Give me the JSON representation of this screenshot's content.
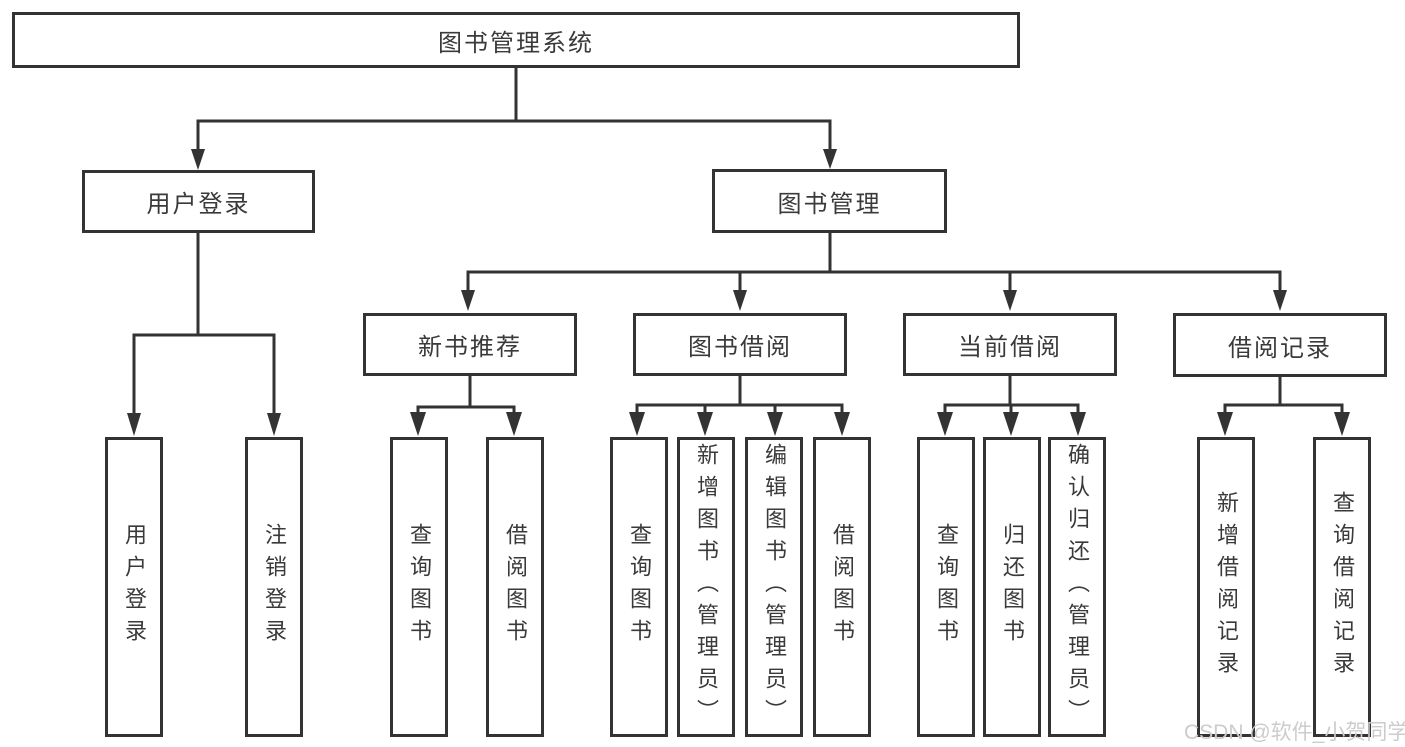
{
  "colors": {
    "line": "#333333",
    "text": "#3a3a3a",
    "background": "#ffffff",
    "watermark": "#cccccc"
  },
  "watermark": {
    "text": "CSDN @软件_小贺同学"
  },
  "tree": {
    "label": "图书管理系统",
    "children": [
      {
        "label": "用户登录",
        "children": [
          {
            "label": "用户登录"
          },
          {
            "label": "注销登录"
          }
        ]
      },
      {
        "label": "图书管理",
        "children": [
          {
            "label": "新书推荐",
            "children": [
              {
                "label": "查询图书"
              },
              {
                "label": "借阅图书"
              }
            ]
          },
          {
            "label": "图书借阅",
            "children": [
              {
                "label": "查询图书"
              },
              {
                "label": "新增图书（管理员）"
              },
              {
                "label": "编辑图书（管理员）"
              },
              {
                "label": "借阅图书"
              }
            ]
          },
          {
            "label": "当前借阅",
            "children": [
              {
                "label": "查询图书"
              },
              {
                "label": "归还图书"
              },
              {
                "label": "确认归还（管理员）"
              }
            ]
          },
          {
            "label": "借阅记录",
            "children": [
              {
                "label": "新增借阅记录"
              },
              {
                "label": "查询借阅记录"
              }
            ]
          }
        ]
      }
    ]
  }
}
